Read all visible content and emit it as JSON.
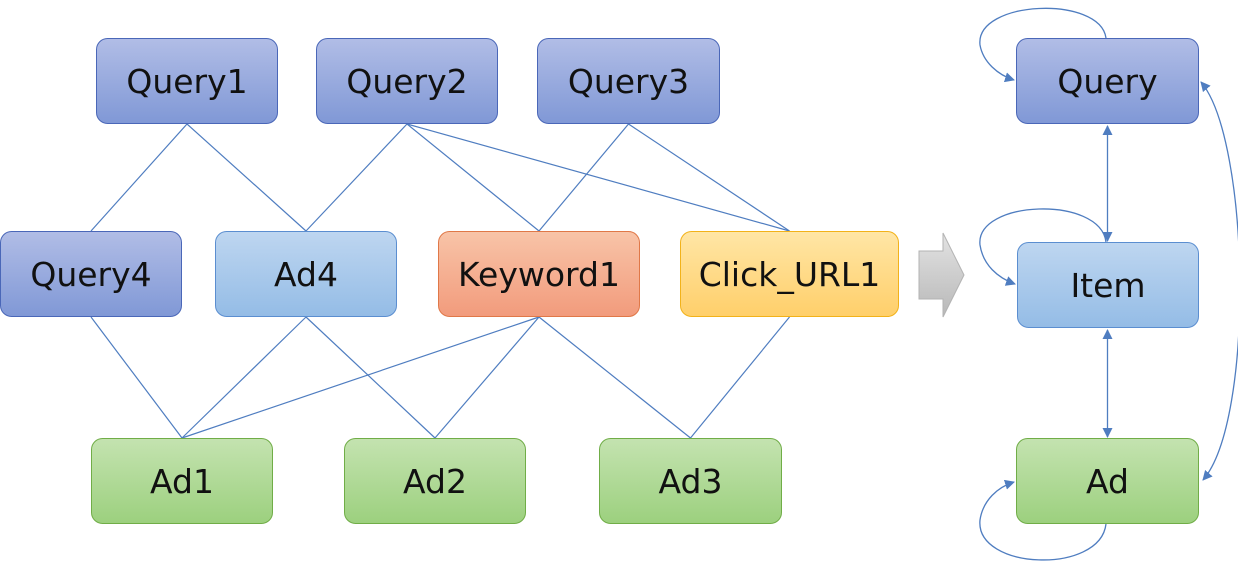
{
  "graph": {
    "nodes": [
      {
        "id": "query1",
        "label": "Query1",
        "kind": "query"
      },
      {
        "id": "query2",
        "label": "Query2",
        "kind": "query"
      },
      {
        "id": "query3",
        "label": "Query3",
        "kind": "query"
      },
      {
        "id": "query4",
        "label": "Query4",
        "kind": "query"
      },
      {
        "id": "ad4",
        "label": "Ad4",
        "kind": "item"
      },
      {
        "id": "keyword1",
        "label": "Keyword1",
        "kind": "keyword"
      },
      {
        "id": "click_url1",
        "label": "Click_URL1",
        "kind": "url"
      },
      {
        "id": "ad1",
        "label": "Ad1",
        "kind": "ad"
      },
      {
        "id": "ad2",
        "label": "Ad2",
        "kind": "ad"
      },
      {
        "id": "ad3",
        "label": "Ad3",
        "kind": "ad"
      }
    ],
    "edges": [
      [
        "query1",
        "query4"
      ],
      [
        "query1",
        "ad4"
      ],
      [
        "query2",
        "ad4"
      ],
      [
        "query2",
        "keyword1"
      ],
      [
        "query2",
        "click_url1"
      ],
      [
        "query3",
        "keyword1"
      ],
      [
        "query3",
        "click_url1"
      ],
      [
        "query4",
        "ad1"
      ],
      [
        "ad4",
        "ad1"
      ],
      [
        "ad4",
        "ad2"
      ],
      [
        "keyword1",
        "ad1"
      ],
      [
        "keyword1",
        "ad2"
      ],
      [
        "keyword1",
        "ad3"
      ],
      [
        "click_url1",
        "ad3"
      ]
    ]
  },
  "schema": {
    "nodes": [
      {
        "id": "query",
        "label": "Query",
        "kind": "query"
      },
      {
        "id": "item",
        "label": "Item",
        "kind": "item"
      },
      {
        "id": "ad",
        "label": "Ad",
        "kind": "ad"
      }
    ],
    "edges": [
      [
        "query",
        "item"
      ],
      [
        "item",
        "ad"
      ],
      [
        "query",
        "ad"
      ]
    ],
    "self_loops": [
      "query",
      "item",
      "ad"
    ]
  },
  "colors": {
    "query": {
      "top": "#b1bde6",
      "bottom": "#8098d6",
      "stroke": "#4a67b8"
    },
    "item": {
      "top": "#bed6f0",
      "bottom": "#94bce6",
      "stroke": "#5b8ed0"
    },
    "keyword": {
      "top": "#f8c4a8",
      "bottom": "#f29b7c",
      "stroke": "#e07848"
    },
    "url": {
      "top": "#ffe6a6",
      "bottom": "#ffcf6a",
      "stroke": "#f2b21a"
    },
    "ad": {
      "top": "#c4e3b0",
      "bottom": "#9cd07e",
      "stroke": "#70ad47"
    },
    "edge": "#4f7dc0",
    "transition_arrow": "#c4c4c4"
  }
}
